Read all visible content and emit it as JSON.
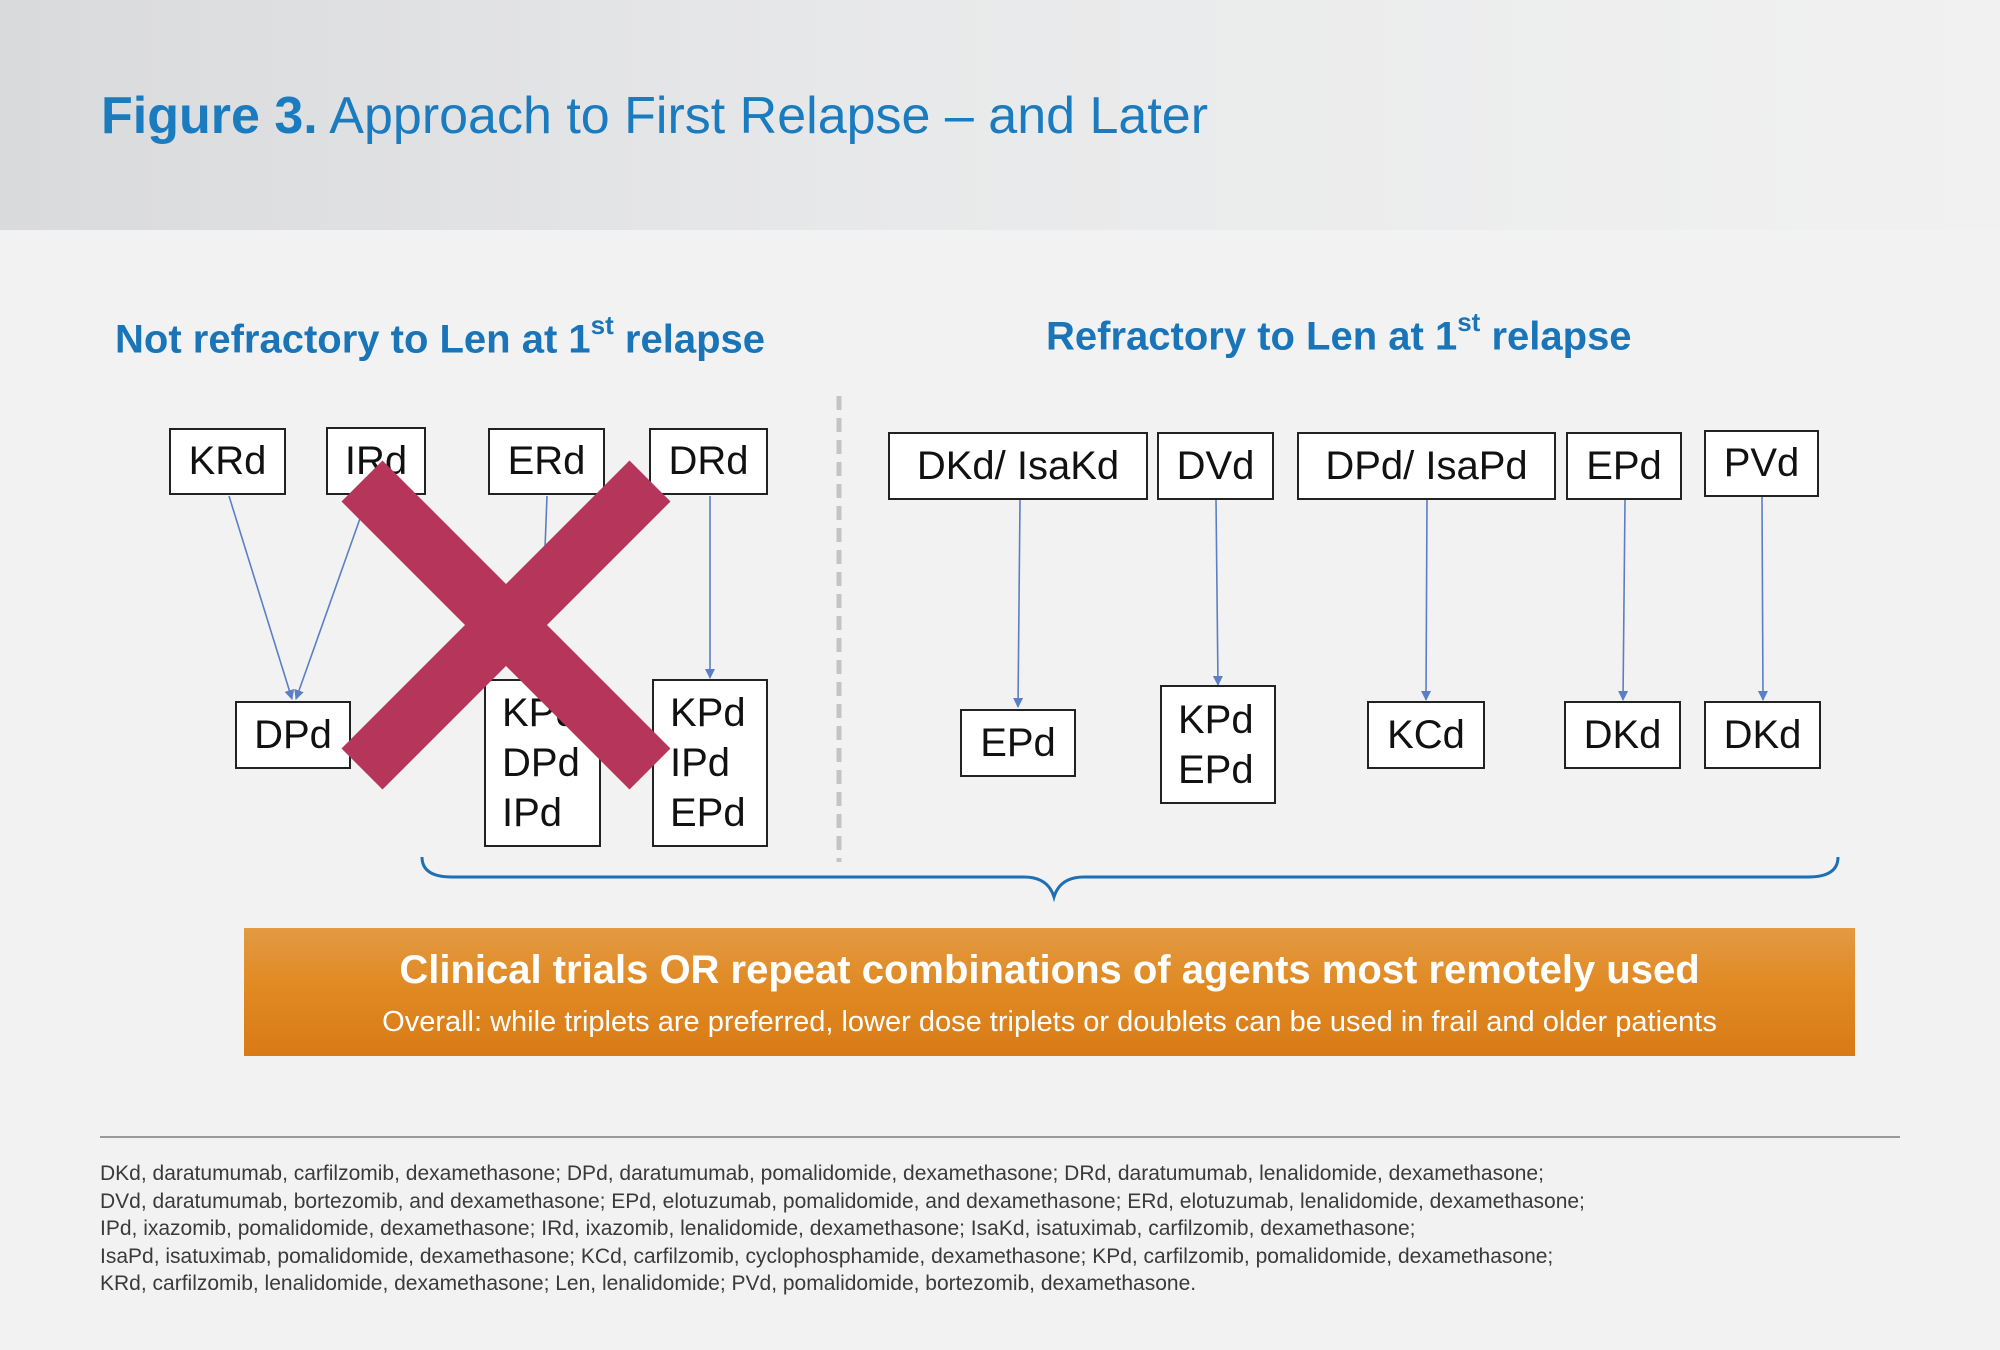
{
  "header": {
    "figure_label": "Figure 3.",
    "figure_title": "Approach to First Relapse – and Later"
  },
  "left_panel": {
    "heading_pre": "Not refractory to Len at 1",
    "heading_sup": "st",
    "heading_post": " relapse",
    "status": "crossed out",
    "top_boxes": [
      "KRd",
      "IRd",
      "ERd",
      "DRd"
    ],
    "bottom_boxes": [
      [
        "DPd"
      ],
      [
        "KPd",
        "DPd",
        "IPd"
      ],
      [
        "KPd",
        "IPd",
        "EPd"
      ]
    ]
  },
  "right_panel": {
    "heading_pre": "Refractory to Len at 1",
    "heading_sup": "st",
    "heading_post": " relapse",
    "top_boxes": [
      "DKd/ IsaKd",
      "DVd",
      "DPd/ IsaPd",
      "EPd",
      "PVd"
    ],
    "bottom_boxes": [
      [
        "EPd"
      ],
      [
        "KPd",
        "EPd"
      ],
      [
        "KCd"
      ],
      [
        "DKd"
      ],
      [
        "DKd"
      ]
    ]
  },
  "banner": {
    "title": "Clinical trials OR repeat combinations of agents most remotely used",
    "subtitle": "Overall: while triplets are preferred, lower dose triplets or doublets can be used in frail and older patients"
  },
  "footnote": [
    "DKd, daratumumab, carfilzomib, dexamethasone; DPd, daratumumab, pomalidomide, dexamethasone; DRd, daratumumab, lenalidomide, dexamethasone;",
    "DVd, daratumumab, bortezomib, and dexamethasone; EPd, elotuzumab, pomalidomide, and dexamethasone; ERd, elotuzumab, lenalidomide, dexamethasone;",
    "IPd, ixazomib, pomalidomide, dexamethasone; IRd, ixazomib, lenalidomide, dexamethasone; IsaKd, isatuximab, carfilzomib, dexamethasone;",
    "IsaPd, isatuximab, pomalidomide, dexamethasone; KCd, carfilzomib, cyclophosphamide, dexamethasone; KPd, carfilzomib, pomalidomide, dexamethasone;",
    "KRd, carfilzomib, lenalidomide, dexamethasone; Len, lenalidomide; PVd, pomalidomide, bortezomib, dexamethasone."
  ],
  "colors": {
    "title_blue": "#1a7bbf",
    "heading_blue": "#1a75b8",
    "arrow_blue": "#5b7fc4",
    "cross": "#b5365a",
    "banner_orange": "#e08a24",
    "divider_gray": "#c4c4c4"
  }
}
